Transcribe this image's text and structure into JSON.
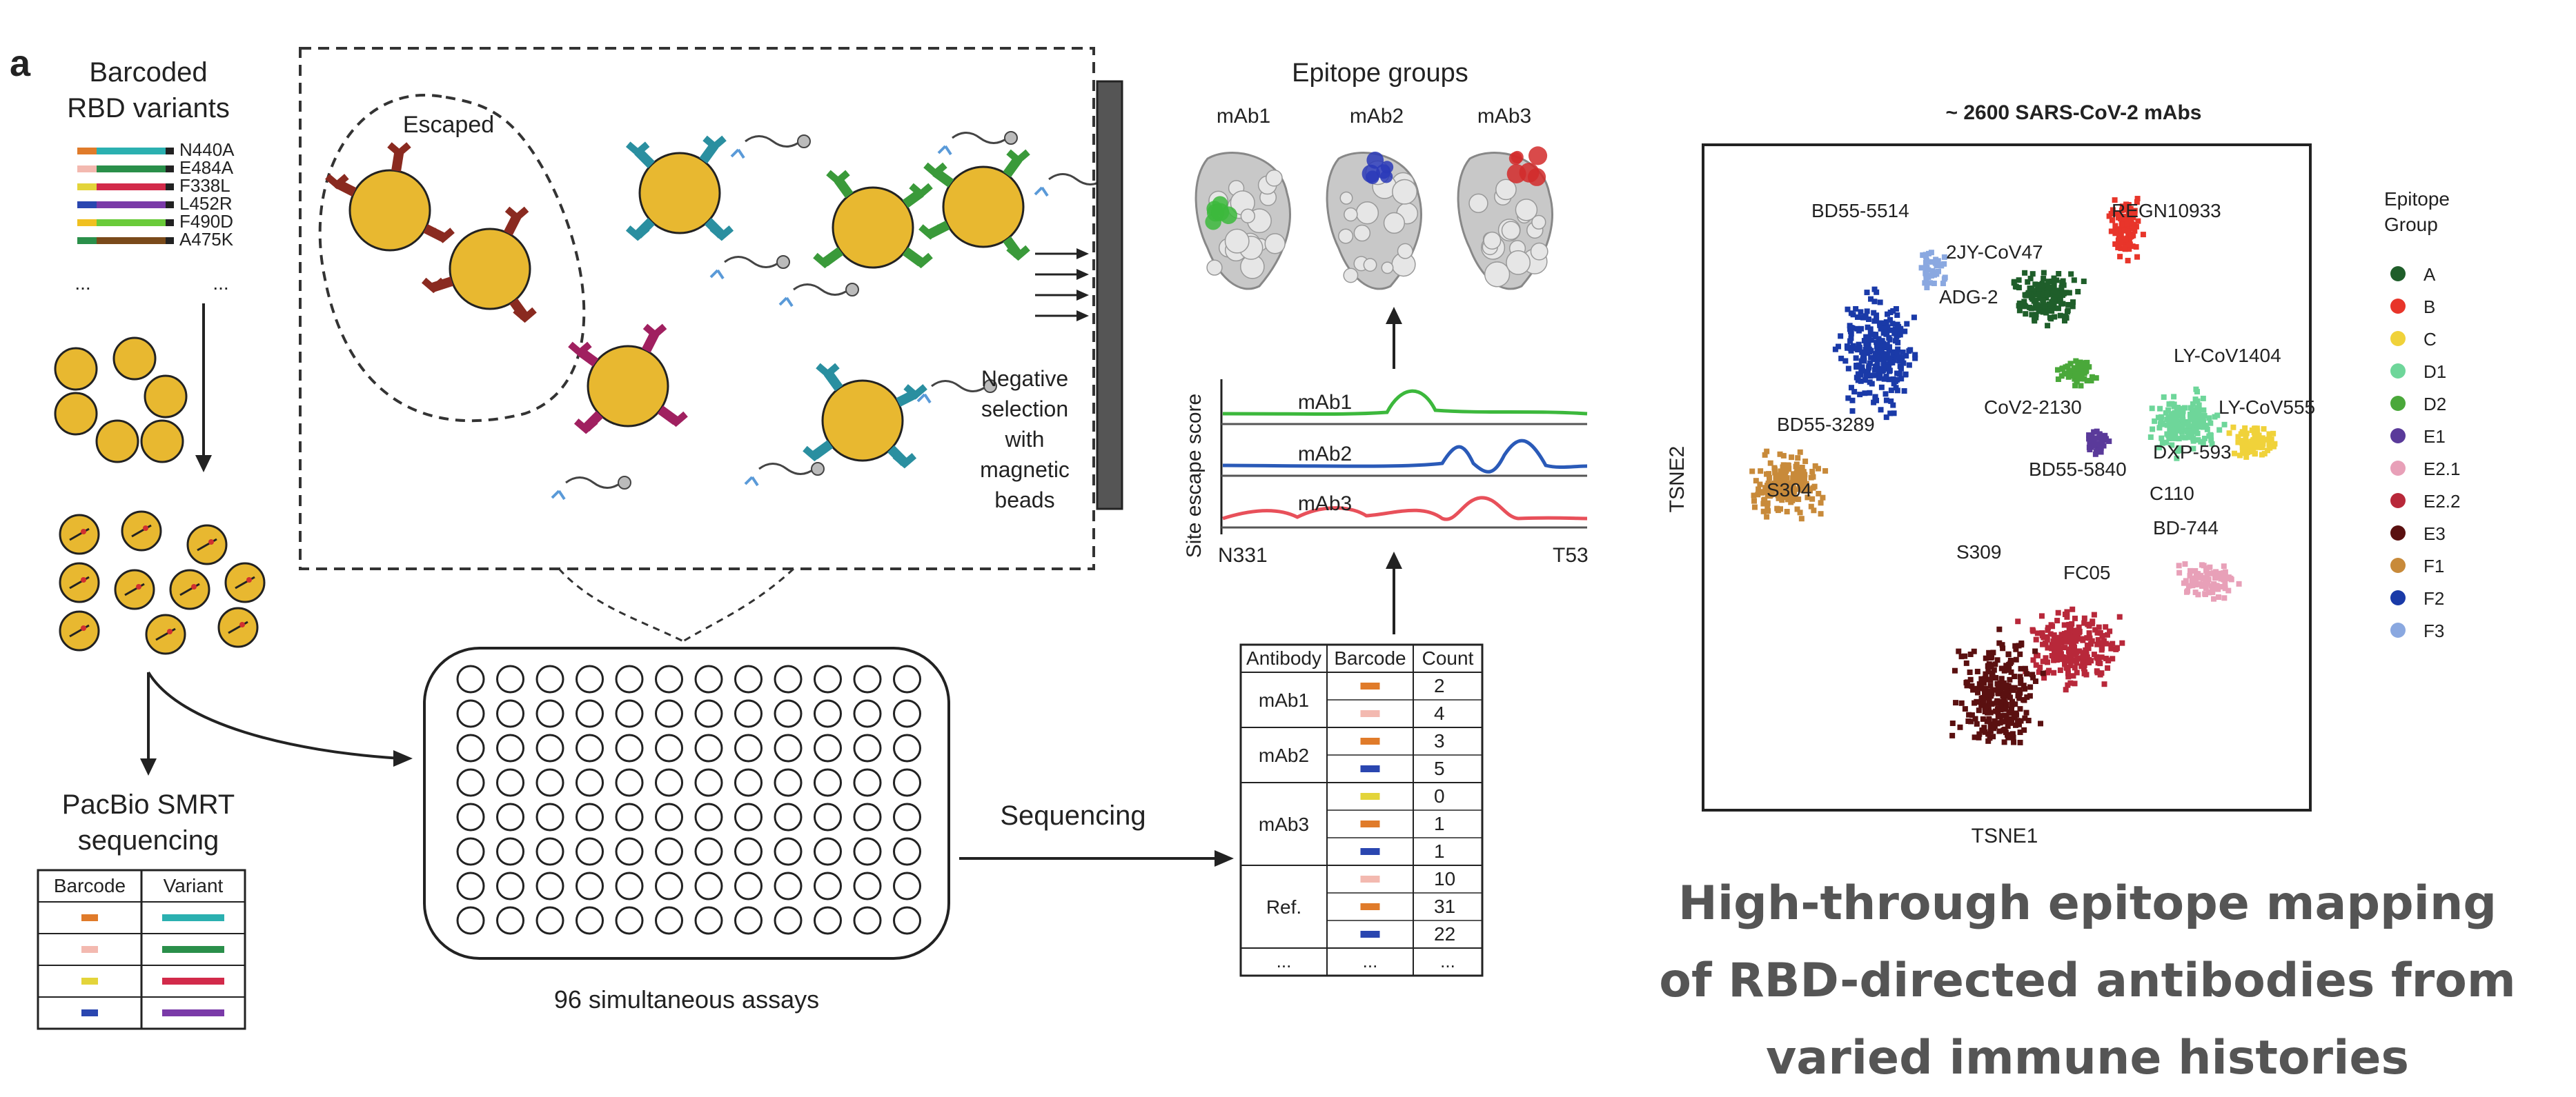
{
  "panel_label": "a",
  "library": {
    "title_line1": "Barcoded",
    "title_line2": "RBD variants",
    "variants": [
      {
        "label": "N440A",
        "color": "#e07b2a",
        "bar": "#2bb0b0"
      },
      {
        "label": "E484A",
        "color": "#f3b9b0",
        "bar": "#2a8f4a"
      },
      {
        "label": "F338L",
        "color": "#e3d43a",
        "bar": "#d22a4a"
      },
      {
        "label": "L452R",
        "color": "#2a46b0",
        "bar": "#7a3aa8"
      },
      {
        "label": "F490D",
        "color": "#f0c020",
        "bar": "#6acb3a"
      },
      {
        "label": "A475K",
        "color": "#2a8f4a",
        "bar": "#7a4a1a"
      }
    ],
    "ellipsis": "...",
    "sequencing_title_line1": "PacBio SMRT",
    "sequencing_title_line2": "sequencing",
    "table_headers": [
      "Barcode",
      "Variant"
    ],
    "table_rows": [
      {
        "barcode_color": "#e07b2a",
        "variant_color": "#2bb0b0"
      },
      {
        "barcode_color": "#f3b9b0",
        "variant_color": "#2a8f4a"
      },
      {
        "barcode_color": "#e3d43a",
        "variant_color": "#d22a4a"
      },
      {
        "barcode_color": "#2a46b0",
        "variant_color": "#7a3aa8"
      }
    ]
  },
  "selection": {
    "escaped_label": "Escaped",
    "negative_selection_lines": [
      "Negative",
      "selection",
      "with",
      "magnetic",
      "beads"
    ]
  },
  "plate": {
    "label": "96 simultaneous assays",
    "rows": 8,
    "cols": 12
  },
  "sequencing_label": "Sequencing",
  "count_table": {
    "headers": [
      "Antibody",
      "Barcode",
      "Count"
    ],
    "groups": [
      {
        "antibody": "mAb1",
        "rows": [
          {
            "color": "#e07b2a",
            "count": "2"
          },
          {
            "color": "#f3b9b0",
            "count": "4"
          }
        ]
      },
      {
        "antibody": "mAb2",
        "rows": [
          {
            "color": "#e07b2a",
            "count": "3"
          },
          {
            "color": "#2a46b0",
            "count": "5"
          }
        ]
      },
      {
        "antibody": "mAb3",
        "rows": [
          {
            "color": "#e3d43a",
            "count": "0"
          },
          {
            "color": "#e07b2a",
            "count": "1"
          },
          {
            "color": "#2a46b0",
            "count": "1"
          }
        ]
      },
      {
        "antibody": "Ref.",
        "rows": [
          {
            "color": "#f3b9b0",
            "count": "10"
          },
          {
            "color": "#e07b2a",
            "count": "31"
          },
          {
            "color": "#2a46b0",
            "count": "22"
          }
        ]
      }
    ],
    "ellipsis": "..."
  },
  "escape_profile": {
    "ylabel": "Site escape score",
    "x_start": "N331",
    "x_end": "T53",
    "tracks": [
      {
        "name": "mAb1",
        "color": "#3cb83c"
      },
      {
        "name": "mAb2",
        "color": "#2a5ab8"
      },
      {
        "name": "mAb3",
        "color": "#e8505a"
      }
    ]
  },
  "epitope_groups": {
    "title": "Epitope groups",
    "labels": [
      "mAb1",
      "mAb2",
      "mAb3"
    ],
    "patch_colors": [
      "#3cb83c",
      "#2a3ab8",
      "#d22a2a"
    ]
  },
  "tsne": {
    "title": "~ 2600 SARS-CoV-2 mAbs",
    "xlabel": "TSNE1",
    "ylabel": "TSNE2",
    "legend_title_line1": "Epitope",
    "legend_title_line2": "Group",
    "legend": [
      {
        "name": "A",
        "color": "#1f5e2a"
      },
      {
        "name": "B",
        "color": "#e8352a"
      },
      {
        "name": "C",
        "color": "#f0d23a"
      },
      {
        "name": "D1",
        "color": "#6ed69a"
      },
      {
        "name": "D2",
        "color": "#4aa83a"
      },
      {
        "name": "E1",
        "color": "#5a3a9a"
      },
      {
        "name": "E2.1",
        "color": "#e8a0b8"
      },
      {
        "name": "E2.2",
        "color": "#b8283a"
      },
      {
        "name": "E3",
        "color": "#5a1010"
      },
      {
        "name": "F1",
        "color": "#c88a3a"
      },
      {
        "name": "F2",
        "color": "#1a3aa8"
      },
      {
        "name": "F3",
        "color": "#8aa8e0"
      }
    ],
    "annotations": [
      "BD55-5514",
      "REGN10933",
      "2JY-CoV47",
      "ADG-2",
      "LY-CoV1404",
      "CoV2-2130",
      "LY-CoV555",
      "BD55-5840",
      "DXP-593",
      "S304",
      "BD55-3289",
      "BD-744",
      "S309",
      "FC05",
      "C110"
    ]
  },
  "caption_lines": [
    "High-through epitope mapping",
    "of RBD-directed antibodies from",
    "varied immune histories"
  ]
}
